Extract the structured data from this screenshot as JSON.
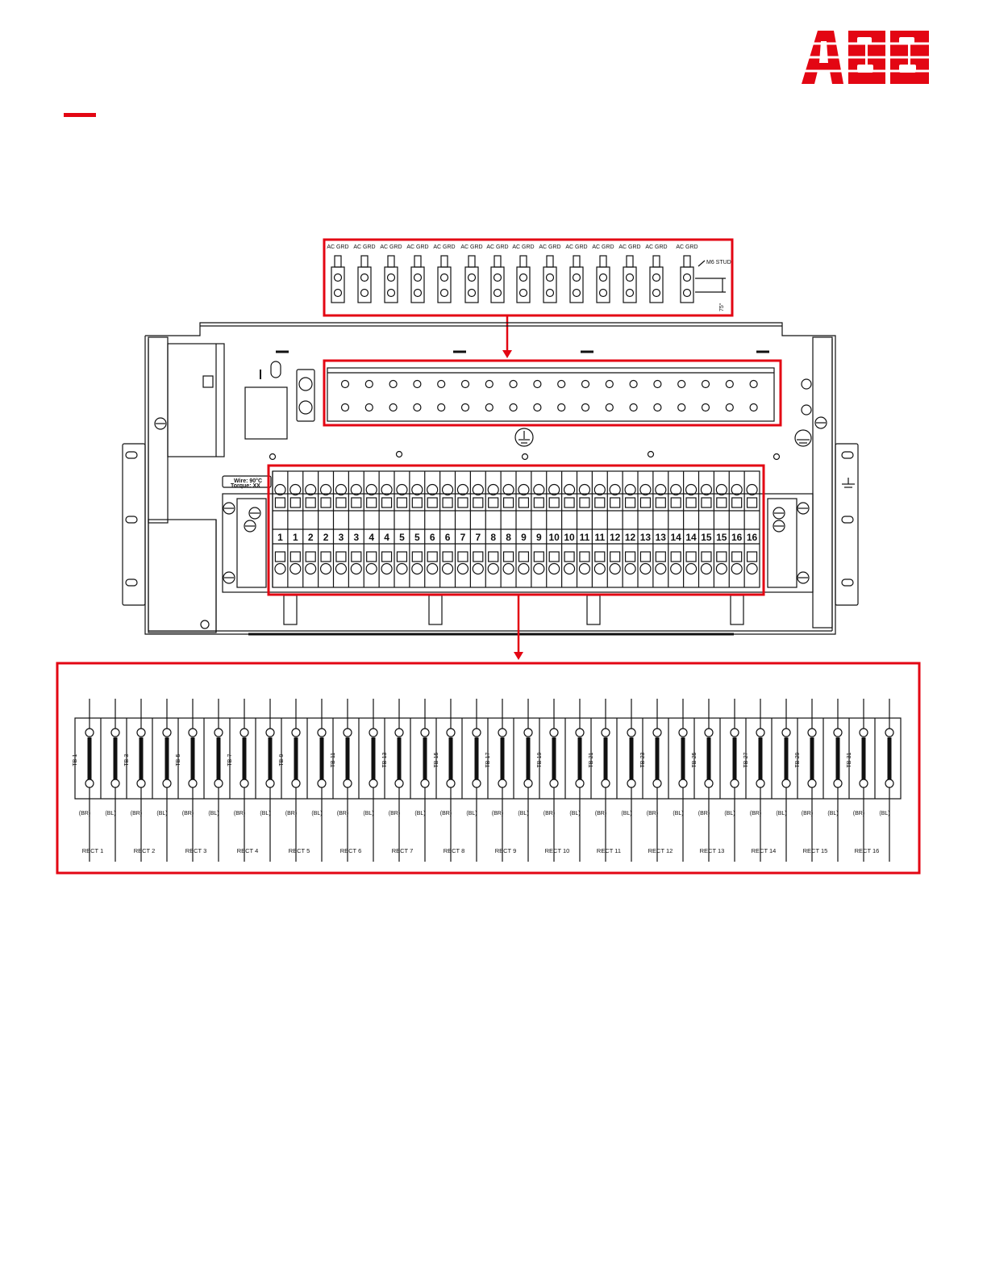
{
  "brand": {
    "logo_text": "ABB",
    "accent_color": "#e30613"
  },
  "colors": {
    "highlight": "#e30613",
    "line": "#111111"
  },
  "top_detail": {
    "ground_labels": [
      "AC GRD",
      "AC GRD",
      "AC GRD",
      "AC GRD",
      "AC GRD",
      "AC GRD",
      "AC GRD",
      "AC GRD",
      "AC GRD",
      "AC GRD",
      "AC GRD",
      "AC GRD",
      "AC GRD",
      "AC GRD"
    ],
    "stud_label": "M6 STUD",
    "angle_label": "75°"
  },
  "chassis": {
    "wire_label": "Wire: 90°C",
    "torque_label": "Torque: XX",
    "terminal_numbers": [
      "1",
      "1",
      "2",
      "2",
      "3",
      "3",
      "4",
      "4",
      "5",
      "5",
      "6",
      "6",
      "7",
      "7",
      "8",
      "8",
      "9",
      "9",
      "10",
      "10",
      "11",
      "11",
      "12",
      "12",
      "13",
      "13",
      "14",
      "14",
      "15",
      "15",
      "16",
      "16"
    ]
  },
  "wiring_detail": {
    "tb_labels": [
      "TB-1",
      "TB-3",
      "TB-5",
      "TB-7",
      "TB-9",
      "TB-11",
      "TB-13",
      "TB-15",
      "TB-17",
      "TB-19",
      "TB-21",
      "TB-23",
      "TB-25",
      "TB-27",
      "TB-29",
      "TB-31"
    ],
    "wire_colors": [
      "(BR)",
      "(BL)",
      "(BR)",
      "(BL)",
      "(BR)",
      "(BL)",
      "(BR)",
      "(BL)",
      "(BR)",
      "(BL)",
      "(BR)",
      "(BL)",
      "(BR)",
      "(BL)",
      "(BR)",
      "(BL)",
      "(BR)",
      "(BL)",
      "(BR)",
      "(BL)",
      "(BR)",
      "(BL)",
      "(BR)",
      "(BL)",
      "(BR)",
      "(BL)",
      "(BR)",
      "(BL)",
      "(BR)",
      "(BL)",
      "(BR)",
      "(BL)"
    ],
    "rect_labels": [
      "RECT 1",
      "RECT 2",
      "RECT 3",
      "RECT 4",
      "RECT 5",
      "RECT 6",
      "RECT 7",
      "RECT 8",
      "RECT 9",
      "RECT 10",
      "RECT 11",
      "RECT 12",
      "RECT 13",
      "RECT 14",
      "RECT 15",
      "RECT 16"
    ]
  }
}
